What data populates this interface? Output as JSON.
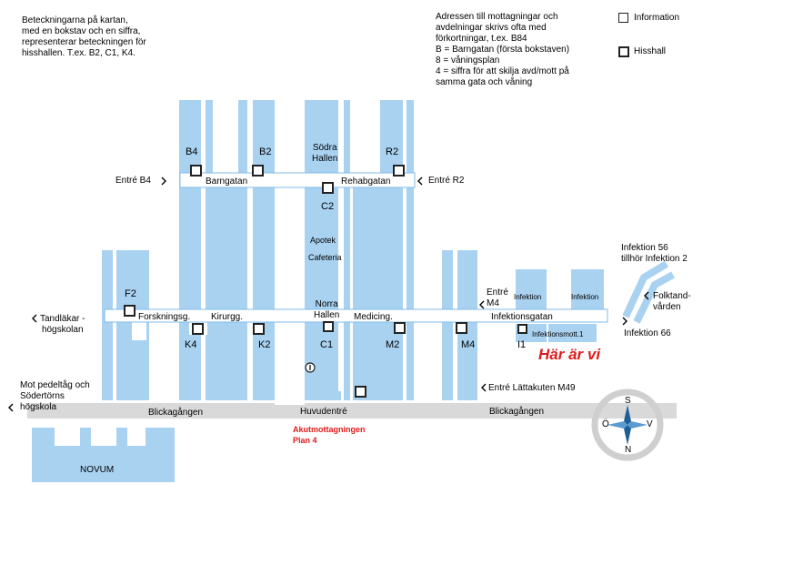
{
  "legend": {
    "left_note": "Beteckningarna på kartan,\nmed en bokstav och en siffra,\nrepresenterar beteckningen för\nhisshallen. T.ex. B2, C1, K4.",
    "right_note": "Adressen till mottagningar och\navdelningar skrivs ofta med\nförkortningar, t.ex. B84\nB = Barngatan (första bokstaven)\n8 = våningsplan\n4 = siffra för att skilja avd/mott på\nsamma gata och våning",
    "information_label": "Information",
    "elevator_label": "Hisshall"
  },
  "elevators": {
    "b4": "B4",
    "b2": "B2",
    "r2": "R2",
    "c2": "C2",
    "f2": "F2",
    "k4": "K4",
    "k2": "K2",
    "c1": "C1",
    "m2": "M2",
    "m4": "M4",
    "i1": "I1"
  },
  "halls": {
    "sodra": "Södra\nHallen",
    "norra": "Norra\nHallen"
  },
  "streets": {
    "barngatan": "Barngatan",
    "rehabgatan": "Rehabgatan",
    "forskning": "Forskningsg.",
    "kirurg": "Kirurgg.",
    "medicin": "Medicing.",
    "infektion": "Infektionsgatan",
    "blick_left": "Blickagången",
    "blick_right": "Blickagången"
  },
  "places": {
    "apotek": "Apotek",
    "cafeteria": "Cafeteria",
    "infektion_a": "Infektion",
    "infektion_b": "Infektion",
    "infektionsmott": "Infektionsmott.1",
    "novum": "NOVUM",
    "huvudentre": "Huvudentré",
    "akut": "Akutmottagningen\nPlan 4"
  },
  "entrances": {
    "b4": "Entré B4",
    "r2": "Entré R2",
    "m4": "Entré\nM4",
    "lattakuten": "Entré Lättakuten M49",
    "tandlakar": "Tandläkar -\nhögskolan",
    "pendel": "Mot pedeltåg och\nSödertörns\nhögskola",
    "folktand": "Folktand-\nvården",
    "infektion56": "Infektion 56\ntillhör Infektion 2",
    "infektion66": "Infektion 66"
  },
  "here_label": "Här är vi",
  "compass": {
    "n": "N",
    "s": "S",
    "e": "V",
    "w": "Ö"
  },
  "colors": {
    "building": "#a9d2f1",
    "building_dark": "#7fbbe8",
    "road": "#d8d8d8",
    "corridor": "#ffffff",
    "red": "#e01b1b"
  }
}
